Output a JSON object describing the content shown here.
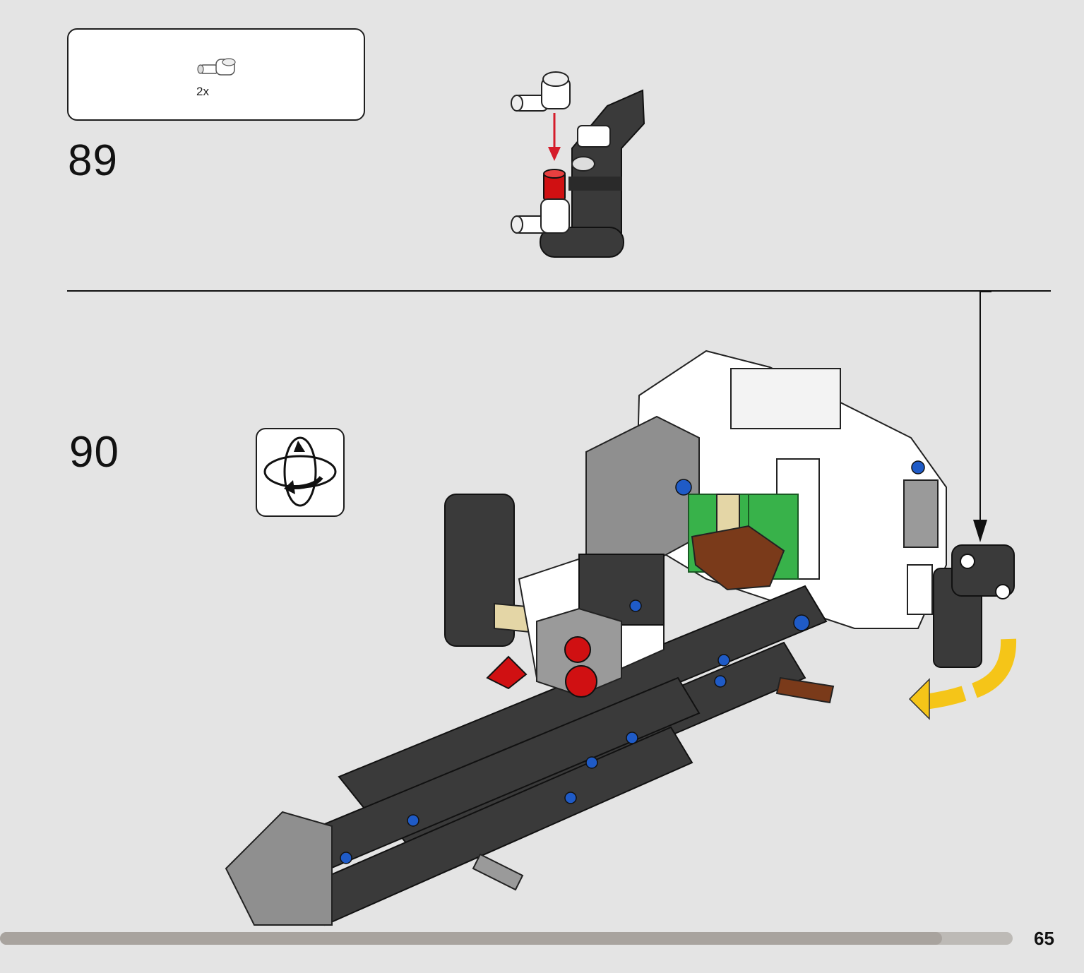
{
  "colors": {
    "background": "#e4e4e4",
    "brick_dark": "#3a3a3a",
    "brick_light_grey": "#9a9a9a",
    "brick_white": "#ffffff",
    "brick_red": "#d01012",
    "pin_blue": "#1f5bc7",
    "plate_green": "#38b24a",
    "brown": "#7a3a1a",
    "tan": "#e4d6a6",
    "arrow_red": "#d51c2a",
    "arrow_yellow": "#f5c518",
    "progress": "#a8a39e"
  },
  "parts_list": {
    "items": [
      {
        "icon": "pin-with-perpendicular-axle-connector-icon",
        "quantity": "2x"
      }
    ]
  },
  "steps": [
    {
      "number": "89"
    },
    {
      "number": "90",
      "rotate_icon": "rotate-model-icon"
    }
  ],
  "page": {
    "number": "65",
    "progress": 0.93
  }
}
